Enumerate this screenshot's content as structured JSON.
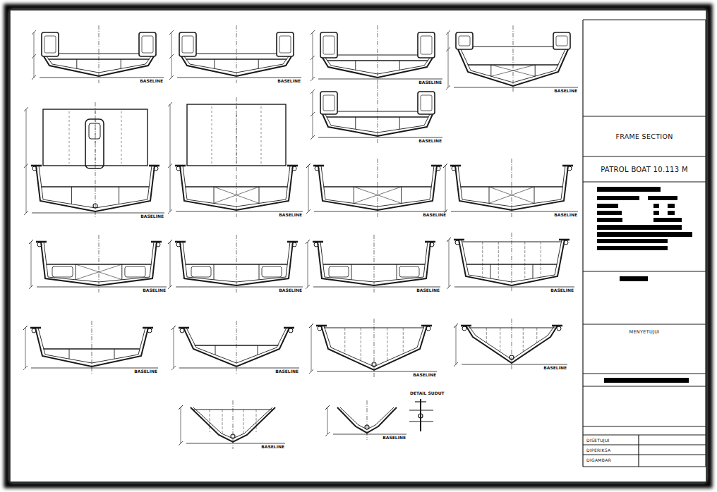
{
  "diagram": {
    "nodes": [
      {
        "text": [
          "FRAME SECTION"
        ]
      },
      {
        "text": [
          "PATROL BOAT 10.113 M"
        ]
      },
      {
        "text": [
          "MENYETUJUI"
        ]
      },
      {
        "text": [
          "DISETUJUI"
        ]
      },
      {
        "text": [
          "DIPERIKSA"
        ]
      },
      {
        "text": [
          "DIGAMBAR"
        ]
      }
    ],
    "labels": [
      "BASELINE",
      "BASELINE",
      "BASELINE",
      "BASELINE",
      "BASELINE",
      "BASELINE",
      "BASELINE",
      "BASELINE",
      "BASELINE",
      "BASELINE",
      "BASELINE",
      "BASELINE",
      "BASELINE",
      "BASELINE",
      "BASELINE",
      "BASELINE",
      "BASELINE",
      "BASELINE",
      "BASELINE",
      "DETAIL SUDUT"
    ]
  }
}
